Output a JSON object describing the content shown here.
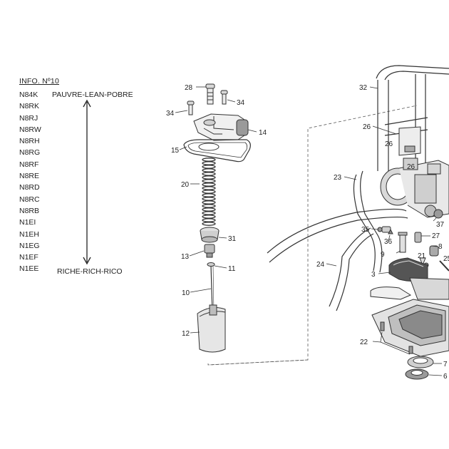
{
  "info_title": "INFO. Nº10",
  "lean_label": "PAUVRE-LEAN-POBRE",
  "rich_label": "RICHE-RICH-RICO",
  "needle_codes": [
    "N84K",
    "N8RK",
    "N8RJ",
    "N8RW",
    "N8RH",
    "N8RG",
    "N8RF",
    "N8RE",
    "N8RD",
    "N8RC",
    "N8RB",
    "N1EI",
    "N1EH",
    "N1EG",
    "N1EF",
    "N1EE"
  ],
  "callouts": {
    "c28": "28",
    "c34a": "34",
    "c34b": "34",
    "c14": "14",
    "c15": "15",
    "c20": "20",
    "c31": "31",
    "c13": "13",
    "c11": "11",
    "c10": "10",
    "c12": "12",
    "c32": "32",
    "c26a": "26",
    "c26b": "26",
    "c26c": "26",
    "c23": "23",
    "c35": "35",
    "c36": "36",
    "c27": "27",
    "c8": "8",
    "c9": "9",
    "c21": "21",
    "c25": "25",
    "c37": "37",
    "c24": "24",
    "c3": "3",
    "c22": "22",
    "c7": "7",
    "c6": "6"
  },
  "colors": {
    "line": "#333333",
    "fill_light": "#f2f2f2",
    "fill_mid": "#cfcfcf",
    "fill_dark": "#8a8a8a"
  }
}
